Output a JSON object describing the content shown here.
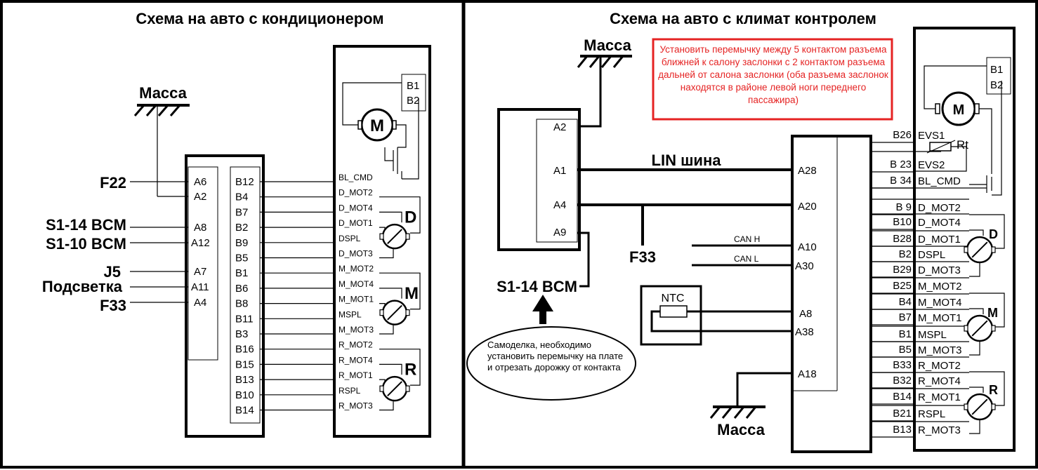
{
  "left": {
    "title": "Схема на авто с кондиционером",
    "ground": "Масса",
    "inputs": [
      "F22",
      "S1-14 BCM",
      "S1-10 BCM",
      "J5",
      "Подсветка",
      "F33"
    ],
    "conn_a_pins": [
      "A6",
      "A2",
      "A8",
      "A12",
      "A7",
      "A11",
      "A4"
    ],
    "conn_b_pins": [
      "B12",
      "B4",
      "B7",
      "B2",
      "B9",
      "B5",
      "B1",
      "B6",
      "B8",
      "B11",
      "B3",
      "B16",
      "B15",
      "B13",
      "B10",
      "B14"
    ],
    "signals": [
      "BL_CMD",
      "D_MOT2",
      "D_MOT4",
      "D_MOT1",
      "DSPL",
      "D_MOT3",
      "M_MOT2",
      "M_MOT4",
      "M_MOT1",
      "MSPL",
      "M_MOT3",
      "R_MOT2",
      "R_MOT4",
      "R_MOT1",
      "RSPL",
      "R_MOT3"
    ],
    "blower_pins": [
      "B1",
      "B2"
    ],
    "motors": [
      "M",
      "D",
      "M",
      "R"
    ]
  },
  "right": {
    "title": "Схема на авто с климат контролем",
    "ground_top": "Масса",
    "ground_bottom": "Масса",
    "note": "Установить перемычку между 5 контактом разъема ближней к салону заслонки с 2 контактом разъема дальней от салона заслонки (оба разъема заслонок находятся в районе левой ноги переднего пассажира)",
    "ecu_pins": [
      "A2",
      "A1",
      "A4",
      "A9"
    ],
    "lin_label": "LIN шина",
    "f33": "F33",
    "s114": "S1-14 BCM",
    "bubble": "Самоделка, необходимо установить перемычку на плате и отрезать дорожку от контакта",
    "can_h": "CAN  H",
    "can_l": "CAN  L",
    "ntc": "NTC",
    "ctrl_pins": [
      "A28",
      "A20",
      "A10",
      "A30",
      "A8",
      "A38",
      "A18"
    ],
    "b_pins": [
      "B26",
      "B 23",
      "B 34",
      "B 9",
      "B10",
      "B28",
      "B2",
      "B29",
      "B25",
      "B4",
      "B7",
      "B1",
      "B5",
      "B33",
      "B32",
      "B14",
      "B21",
      "B13"
    ],
    "signals": [
      "EVS1",
      "EVS2",
      "BL_CMD",
      "D_MOT2",
      "D_MOT4",
      "D_MOT1",
      "DSPL",
      "D_MOT3",
      "M_MOT2",
      "M_MOT4",
      "M_MOT1",
      "MSPL",
      "M_MOT3",
      "R_MOT2",
      "R_MOT4",
      "R_MOT1",
      "RSPL",
      "R_MOT3"
    ],
    "blower_pins": [
      "B1",
      "B2"
    ],
    "rt": "Rt",
    "motors": [
      "M",
      "D",
      "M",
      "R"
    ]
  }
}
